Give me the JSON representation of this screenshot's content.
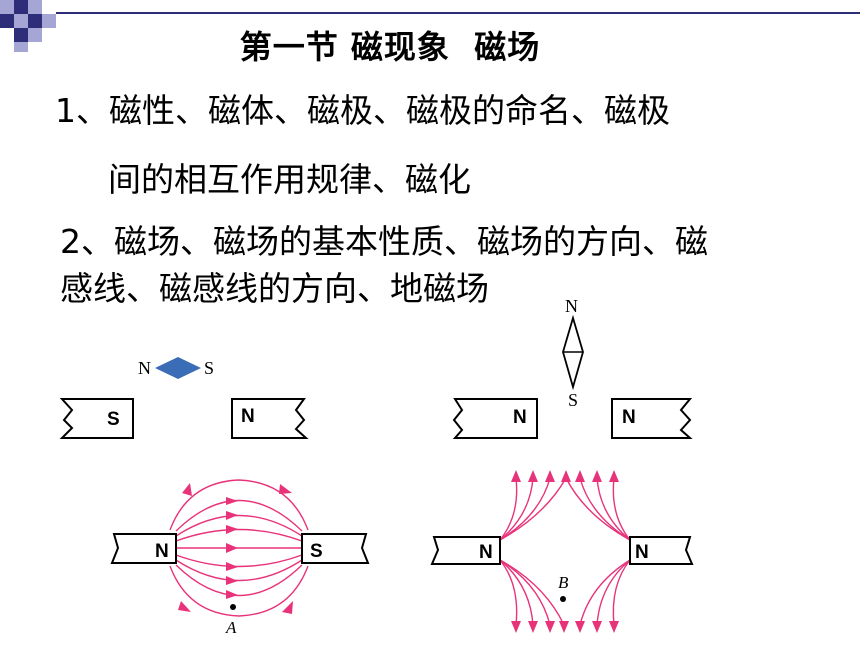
{
  "slide": {
    "title": "第一节 磁现象  磁场",
    "items": [
      {
        "number": "1",
        "text_line1": "、磁性、磁体、磁极、磁极的命名、磁极",
        "text_line2": "间的相互作用规律、磁化"
      },
      {
        "number": "2",
        "text_line1": "、磁场、磁场的基本性质、磁场的方向、磁",
        "text_line2": "感线、磁感线的方向、地磁场"
      }
    ]
  },
  "figures": {
    "fig1": {
      "needle_left": "N",
      "needle_right": "S",
      "magnet_left": "S",
      "magnet_right": "N"
    },
    "fig2": {
      "needle_top": "N",
      "needle_bottom": "S",
      "magnet_left": "N",
      "magnet_right": "N"
    },
    "fig3": {
      "magnet_left": "N",
      "magnet_right": "S",
      "point": "A"
    },
    "fig4": {
      "magnet_left": "N",
      "magnet_right": "N",
      "point": "B"
    }
  },
  "colors": {
    "corner_navy": "#2d2d7a",
    "corner_lavender": "#a6a6d6",
    "needle_blue": "#3a6db5",
    "field_line_pink": "#e8337a"
  }
}
